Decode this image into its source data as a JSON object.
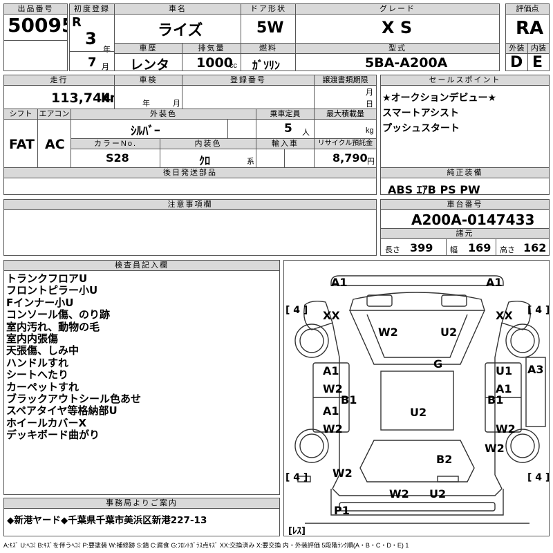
{
  "header": {
    "lot_label": "出品番号",
    "lot_no": "50095",
    "first_reg_label": "初度登録",
    "era": "R",
    "year_value": "3",
    "year_unit": "年",
    "month_value": "7",
    "month_unit": "月",
    "car_name_label": "車名",
    "car_name": "ライズ",
    "door_label": "ドア形状",
    "door": "5W",
    "grade_label": "グレード",
    "grade": "X S",
    "score_label": "評価点",
    "score": "RA",
    "history_label": "車歴",
    "history": "レンタ",
    "displacement_label": "排気量",
    "displacement": "1000",
    "displacement_unit": "cc",
    "fuel_label": "燃料",
    "fuel": "ｶﾞｿﾘﾝ",
    "model_label": "型式",
    "model": "5BA-A200A",
    "ext_label": "外装",
    "ext_grade": "D",
    "int_label": "内装",
    "int_grade": "E"
  },
  "row2": {
    "mileage_label": "走行",
    "mileage": "113,744",
    "mileage_unit": "km",
    "inspection_label": "車検",
    "insp_year": "年",
    "insp_month": "月",
    "reg_label": "登録番号",
    "transfer_label": "譲渡書類期限",
    "transfer_month": "月",
    "transfer_day": "日",
    "sales_label": "セールスポイント",
    "sales_points": [
      "★オークションデビュー★",
      "スマートアシスト",
      "プッシュスタート"
    ]
  },
  "row3": {
    "shift_label": "シフト",
    "shift": "FAT",
    "ac_label": "エアコン",
    "ac": "AC",
    "ext_color_label": "外装色",
    "ext_color": "ｼﾙﾊﾞｰ",
    "capacity_label": "乗車定員",
    "capacity": "5",
    "capacity_unit": "人",
    "max_load_label": "最大積載量",
    "max_load_unit": "kg",
    "color_no_label": "カラーNo.",
    "color_no": "S28",
    "int_color_label": "内装色",
    "int_color": "ｸﾛ",
    "int_color_unit": "系",
    "import_label": "輸入車",
    "recycle_label": "リサイクル預託金",
    "recycle": "8,790",
    "recycle_unit": "円"
  },
  "later_parts_label": "後日発送部品",
  "equipment_label": "純正装備",
  "equipment": "ABS ｴｱB PS PW",
  "caution_label": "注意事項欄",
  "chassis_label": "車台番号",
  "chassis": "A200A-0147433",
  "dims_label": "諸元",
  "dims": {
    "length_label": "長さ",
    "length": "399",
    "width_label": "幅",
    "width": "169",
    "height_label": "高さ",
    "height": "162"
  },
  "inspector_label": "検査員記入欄",
  "inspector_notes": [
    "トランクフロアU",
    "フロントピラー小U",
    "Fインナー小U",
    "コンソール傷、のり跡",
    "室内汚れ、動物の毛",
    "室内内張傷",
    "天張傷、しみ中",
    "ハンドルすれ",
    "シートへたり",
    "カーペットすれ",
    "ブラックアウトシール色あせ",
    "スペアタイヤ等格納部U",
    "ホイールカバーX",
    "デッキボード曲がり"
  ],
  "diagram": {
    "marks": [
      "A1",
      "A1",
      "XX",
      "XX",
      "W2",
      "U2",
      "G",
      "A1",
      "W2",
      "B1",
      "U1",
      "A1",
      "B1",
      "A3",
      "U2",
      "A1",
      "W2",
      "W2",
      "W2",
      "B2",
      "W2",
      "W2",
      "U2",
      "P1"
    ],
    "tire_labels": [
      "[ 4 ]",
      "[ 4 ]",
      "[ 4 ]",
      "[ 4 ]"
    ],
    "spare_label": "[ﾚｽ]"
  },
  "office_label": "事務局よりご案内",
  "office_note": "◆新港ヤード◆千葉県千葉市美浜区新港227-13",
  "legend": "A:ｷｽﾞ U:ﾍｺﾐ B:ｷｽﾞを伴うﾍｺﾐ P:要塗装 W:補修跡 S:錆 C:腐食 G:ﾌﾛﾝﾄｶﾞﾗｽ点ｷｽﾞ XX:交換済み X:要交換 内・外装評価 5段階ﾗﾝｸ順(A・B・C・D・E) 1"
}
